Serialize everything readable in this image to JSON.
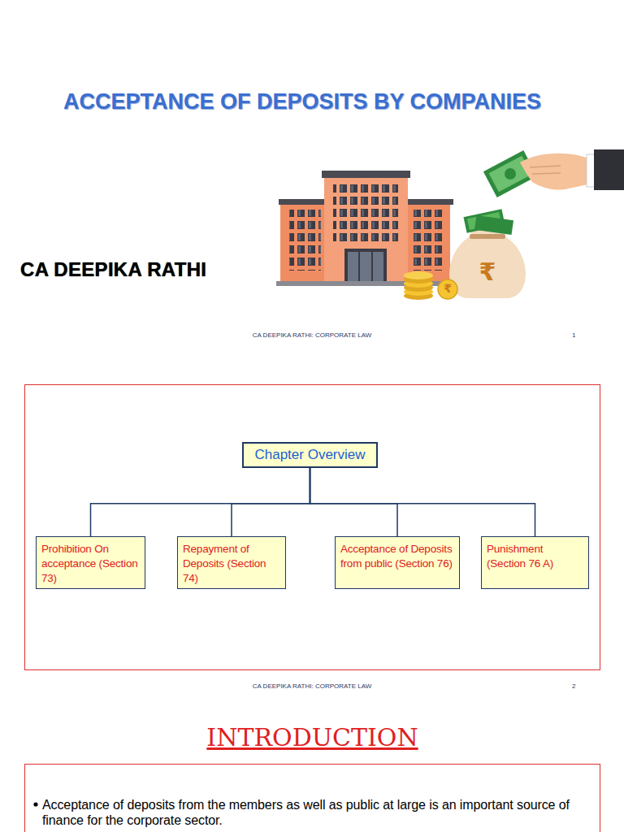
{
  "diagram": {
    "title": "ACCEPTANCE OF DEPOSITS BY COMPANIES",
    "nodes": [
      {
        "text": [
          "Chapter Overview"
        ]
      },
      {
        "text": [
          "Prohibition On acceptance (Section 73)"
        ]
      },
      {
        "text": [
          "Repayment of Deposits (Section 74)"
        ]
      },
      {
        "text": [
          "Acceptance of Deposits from public (Section 76)"
        ]
      },
      {
        "text": [
          "Punishment (Section 76 A)"
        ]
      },
      {
        "text": [
          "INTRODUCTION",
          "Acceptance of deposits from the members as well as public at large is an important source of finance for the corporate sector."
        ]
      }
    ],
    "edges": [
      {
        "from": 0,
        "to": 1,
        "arrow": "none"
      },
      {
        "from": 0,
        "to": 2,
        "arrow": "none"
      },
      {
        "from": 0,
        "to": 3,
        "arrow": "none"
      },
      {
        "from": 0,
        "to": 4,
        "arrow": "none"
      }
    ],
    "labels": [
      "CA DEEPIKA RATHI",
      "CA DEEPIKA RATHI: CORPORATE LAW",
      "1",
      "CA DEEPIKA RATHI: CORPORATE LAW",
      "2",
      "₹",
      "₹"
    ]
  }
}
